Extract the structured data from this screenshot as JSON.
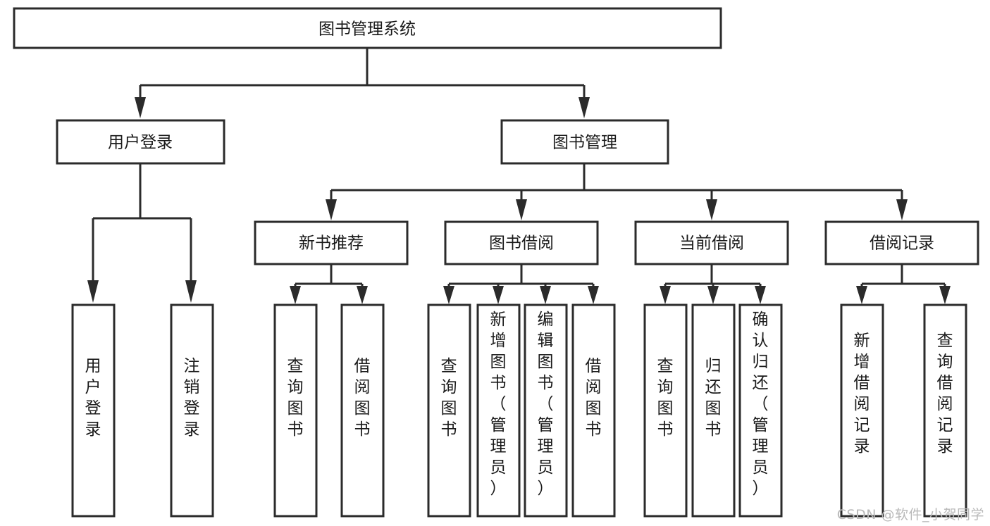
{
  "diagram": {
    "title": "图书管理系统",
    "type": "hierarchy-tree",
    "root": {
      "id": "root",
      "label": "图书管理系统",
      "orientation": "horizontal"
    },
    "level2": [
      {
        "id": "user-login",
        "label": "用户登录",
        "orientation": "horizontal"
      },
      {
        "id": "book-manage",
        "label": "图书管理",
        "orientation": "horizontal"
      }
    ],
    "level3": [
      {
        "id": "new-book-rec",
        "label": "新书推荐",
        "orientation": "horizontal",
        "parent": "book-manage"
      },
      {
        "id": "book-borrow",
        "label": "图书借阅",
        "orientation": "horizontal",
        "parent": "book-manage"
      },
      {
        "id": "current-borrow",
        "label": "当前借阅",
        "orientation": "horizontal",
        "parent": "book-manage"
      },
      {
        "id": "borrow-record",
        "label": "借阅记录",
        "orientation": "horizontal",
        "parent": "book-manage"
      }
    ],
    "leaves": [
      {
        "id": "leaf-user-login",
        "label": "用户登录",
        "orientation": "vertical",
        "parent": "user-login"
      },
      {
        "id": "leaf-logout",
        "label": "注销登录",
        "orientation": "vertical",
        "parent": "user-login"
      },
      {
        "id": "leaf-query-book-1",
        "label": "查询图书",
        "orientation": "vertical",
        "parent": "new-book-rec"
      },
      {
        "id": "leaf-borrow-book-1",
        "label": "借阅图书",
        "orientation": "vertical",
        "parent": "new-book-rec"
      },
      {
        "id": "leaf-query-book-2",
        "label": "查询图书",
        "orientation": "vertical",
        "parent": "book-borrow"
      },
      {
        "id": "leaf-add-book",
        "label": "新增图书（管理员）",
        "orientation": "vertical",
        "parent": "book-borrow"
      },
      {
        "id": "leaf-edit-book",
        "label": "编辑图书（管理员）",
        "orientation": "vertical",
        "parent": "book-borrow"
      },
      {
        "id": "leaf-borrow-book-2",
        "label": "借阅图书",
        "orientation": "vertical",
        "parent": "book-borrow"
      },
      {
        "id": "leaf-query-book-3",
        "label": "查询图书",
        "orientation": "vertical",
        "parent": "current-borrow"
      },
      {
        "id": "leaf-return-book",
        "label": "归还图书",
        "orientation": "vertical",
        "parent": "current-borrow"
      },
      {
        "id": "leaf-confirm-return",
        "label": "确认归还（管理员）",
        "orientation": "vertical",
        "parent": "current-borrow"
      },
      {
        "id": "leaf-add-record",
        "label": "新增借阅记录",
        "orientation": "vertical",
        "parent": "borrow-record"
      },
      {
        "id": "leaf-query-record",
        "label": "查询借阅记录",
        "orientation": "vertical",
        "parent": "borrow-record"
      }
    ]
  },
  "watermark": {
    "text": "CSDN @软件_小贺同学"
  },
  "colors": {
    "box_stroke": "#2b2b2b",
    "box_fill": "#ffffff",
    "text": "#1a1a1a",
    "link": "#2b2b2b",
    "watermark": "#b9b9b9",
    "background": "#ffffff"
  }
}
